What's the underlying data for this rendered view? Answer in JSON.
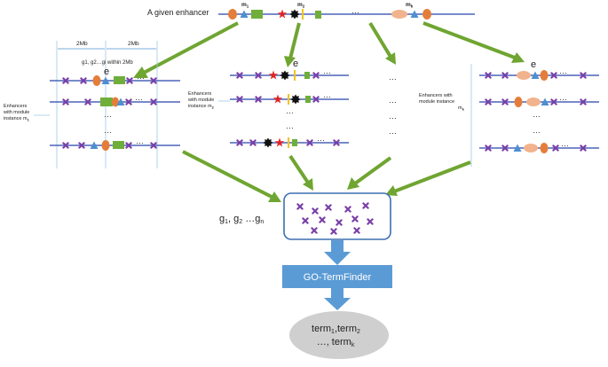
{
  "header": {
    "title": "A given enhancer",
    "m1_main": "m",
    "m1_sub": "1",
    "m2_main": "m",
    "m2_sub": "2",
    "mk_main": "m",
    "mk_sub": "k",
    "dots": "…"
  },
  "left_panel": {
    "span_left": "2Mb",
    "span_right": "2Mb",
    "genes_note": "g1, g2…gi within 2Mb",
    "e_label": "e",
    "side_line1": "Enhancers",
    "side_line2": "with module",
    "side_line3": "instance m",
    "side_sub": "1",
    "dots": "…"
  },
  "mid_panel": {
    "e_label": "e",
    "side_line1": "Enhancers",
    "side_line2": "with module",
    "side_line3": "instance m",
    "side_sub": "2",
    "dots": "…"
  },
  "right_panel": {
    "e_label": "e",
    "side_line1": "Enhancers with",
    "side_line2": "module  instance",
    "side_line3": "m",
    "side_sub": "k",
    "dots": "…"
  },
  "collector": {
    "genes_g1": "g",
    "genes_g1_sub": "1",
    "genes_g2": ", g",
    "genes_g2_sub": "2",
    "genes_gn": " …g",
    "genes_gn_sub": "n"
  },
  "tool": {
    "label": "GO-TermFinder"
  },
  "result": {
    "t1": "term",
    "t1_sub": "1",
    "t2": ",term",
    "t2_sub": "2",
    "tk": "…, term",
    "tk_sub": "k"
  },
  "colors": {
    "line": "#4a63b8",
    "arrow": "#6fa531",
    "gene": "#7a3fa8",
    "orange": "#e57d3a",
    "peach": "#f1b38d",
    "tri": "#4d8fd0",
    "green": "#6fae3b",
    "red": "#e02424",
    "black": "#111111",
    "yellow": "#f0c419",
    "box_border": "#3b6fb0",
    "tool_bg": "#5b9bd5",
    "ellipse": "#cfcfcf"
  }
}
